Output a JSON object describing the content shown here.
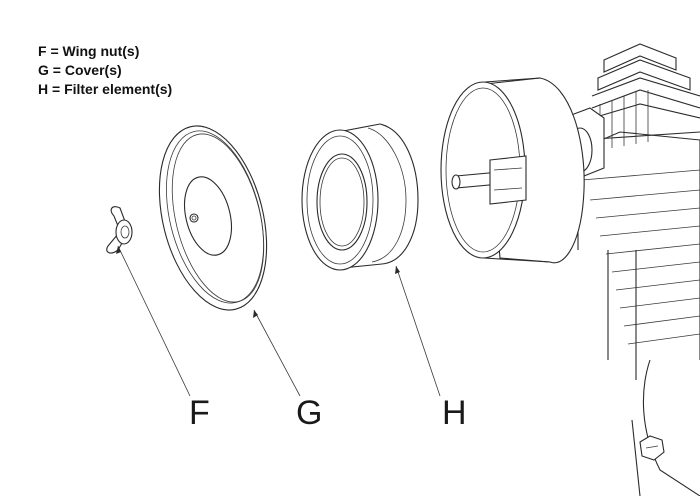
{
  "legend": {
    "items": [
      {
        "letter": "F",
        "text": "F = Wing nut(s)"
      },
      {
        "letter": "G",
        "text": "G = Cover(s)"
      },
      {
        "letter": "H",
        "text": "H = Filter element(s)"
      }
    ]
  },
  "callouts": {
    "f": "F",
    "g": "G",
    "h": "H"
  },
  "colors": {
    "line": "#2b2b2b",
    "background": "#ffffff",
    "text": "#111111"
  }
}
